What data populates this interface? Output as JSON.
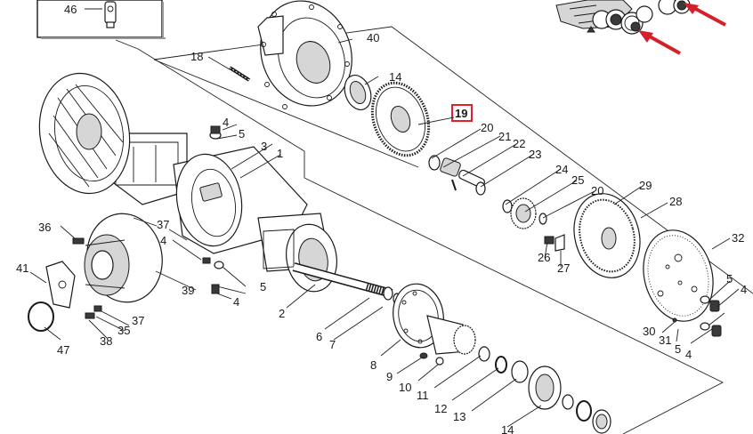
{
  "diagram": {
    "highlight_color": "#e0202a",
    "highlighted_part": "19",
    "inset_label": "46",
    "callouts": [
      {
        "id": "c1",
        "label": "1"
      },
      {
        "id": "c2",
        "label": "2"
      },
      {
        "id": "c3",
        "label": "3"
      },
      {
        "id": "c4a",
        "label": "4"
      },
      {
        "id": "c4b",
        "label": "4"
      },
      {
        "id": "c4c",
        "label": "4"
      },
      {
        "id": "c4d",
        "label": "4"
      },
      {
        "id": "c4e",
        "label": "4"
      },
      {
        "id": "c5a",
        "label": "5"
      },
      {
        "id": "c5b",
        "label": "5"
      },
      {
        "id": "c5c",
        "label": "5"
      },
      {
        "id": "c5d",
        "label": "5"
      },
      {
        "id": "c6",
        "label": "6"
      },
      {
        "id": "c7",
        "label": "7"
      },
      {
        "id": "c8",
        "label": "8"
      },
      {
        "id": "c9",
        "label": "9"
      },
      {
        "id": "c10",
        "label": "10"
      },
      {
        "id": "c11",
        "label": "11"
      },
      {
        "id": "c12",
        "label": "12"
      },
      {
        "id": "c13",
        "label": "13"
      },
      {
        "id": "c14a",
        "label": "14"
      },
      {
        "id": "c14b",
        "label": "14"
      },
      {
        "id": "c18",
        "label": "18"
      },
      {
        "id": "c20a",
        "label": "20"
      },
      {
        "id": "c20b",
        "label": "20"
      },
      {
        "id": "c21",
        "label": "21"
      },
      {
        "id": "c22",
        "label": "22"
      },
      {
        "id": "c23",
        "label": "23"
      },
      {
        "id": "c24",
        "label": "24"
      },
      {
        "id": "c25",
        "label": "25"
      },
      {
        "id": "c26",
        "label": "26"
      },
      {
        "id": "c27",
        "label": "27"
      },
      {
        "id": "c28",
        "label": "28"
      },
      {
        "id": "c29",
        "label": "29"
      },
      {
        "id": "c30",
        "label": "30"
      },
      {
        "id": "c31",
        "label": "31"
      },
      {
        "id": "c32",
        "label": "32"
      },
      {
        "id": "c35",
        "label": "35"
      },
      {
        "id": "c36",
        "label": "36"
      },
      {
        "id": "c37a",
        "label": "37"
      },
      {
        "id": "c37b",
        "label": "37"
      },
      {
        "id": "c38",
        "label": "38"
      },
      {
        "id": "c39",
        "label": "39"
      },
      {
        "id": "c40",
        "label": "40"
      },
      {
        "id": "c41",
        "label": "41"
      },
      {
        "id": "c47",
        "label": "47"
      }
    ]
  }
}
